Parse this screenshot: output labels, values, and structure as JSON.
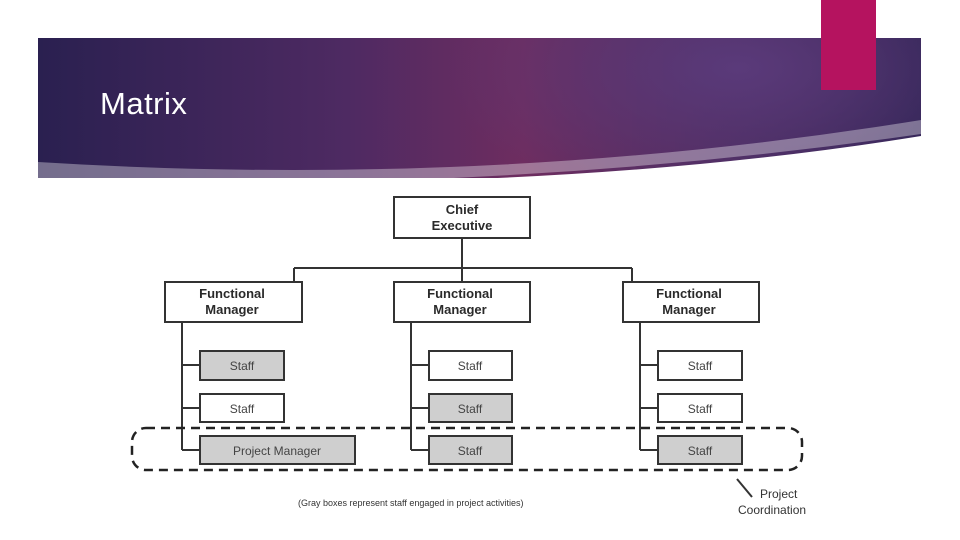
{
  "slide": {
    "title": "Matrix"
  },
  "chief": {
    "line1": "Chief",
    "line2": "Executive"
  },
  "columns": [
    {
      "manager_line1": "Functional",
      "manager_line2": "Manager",
      "items": [
        {
          "label": "Staff",
          "gray": true
        },
        {
          "label": "Staff",
          "gray": false
        },
        {
          "label": "Project Manager",
          "gray": true
        }
      ]
    },
    {
      "manager_line1": "Functional",
      "manager_line2": "Manager",
      "items": [
        {
          "label": "Staff",
          "gray": false
        },
        {
          "label": "Staff",
          "gray": true
        },
        {
          "label": "Staff",
          "gray": true
        }
      ]
    },
    {
      "manager_line1": "Functional",
      "manager_line2": "Manager",
      "items": [
        {
          "label": "Staff",
          "gray": false
        },
        {
          "label": "Staff",
          "gray": false
        },
        {
          "label": "Staff",
          "gray": true
        }
      ]
    }
  ],
  "coordination": {
    "line1": "Project",
    "line2": "Coordination"
  },
  "footnote": "(Gray boxes represent staff engaged in project activities)",
  "colors": {
    "gray_box": "#cfcfcf",
    "white_box": "#ffffff",
    "accent": "#b5135f"
  }
}
